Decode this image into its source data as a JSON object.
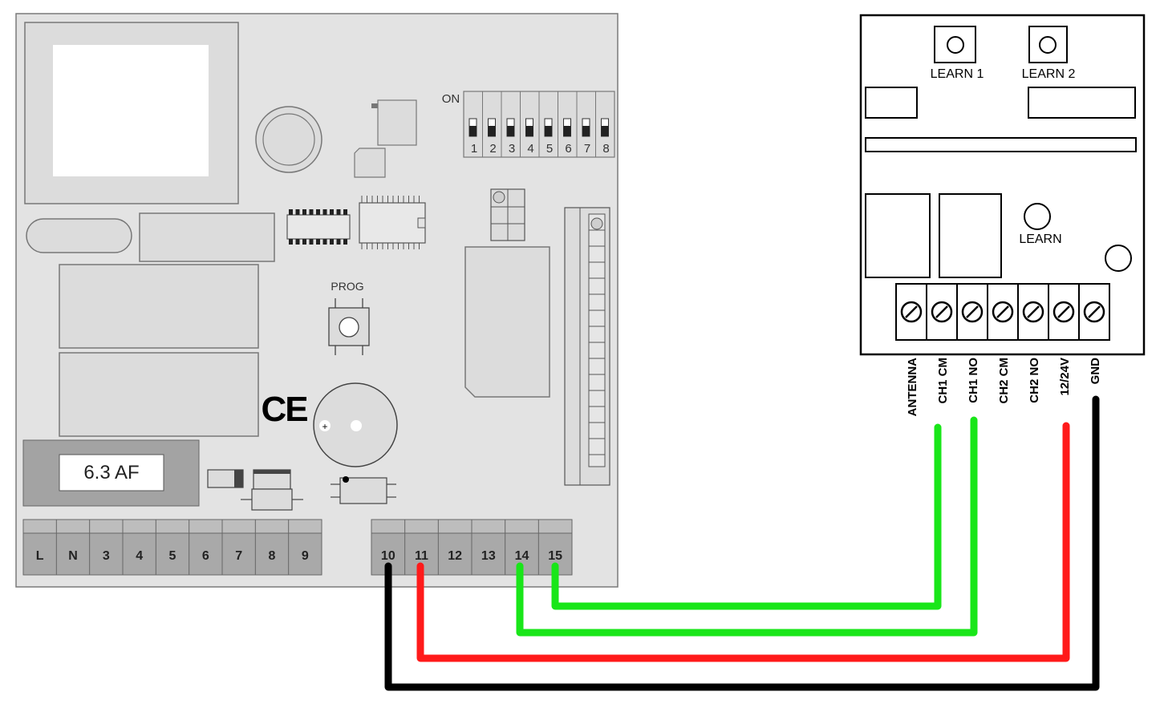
{
  "control_board": {
    "fuse_label": "6.3 AF",
    "prog_label": "PROG",
    "ce_mark": "CE",
    "dip_switch": {
      "on_label": "ON",
      "numbers": [
        "1",
        "2",
        "3",
        "4",
        "5",
        "6",
        "7",
        "8"
      ]
    },
    "terminals_left": [
      "L",
      "N",
      "3",
      "4",
      "5",
      "6",
      "7",
      "8",
      "9"
    ],
    "terminals_right": [
      "10",
      "11",
      "12",
      "13",
      "14",
      "15"
    ]
  },
  "receiver": {
    "learn1_label": "LEARN 1",
    "learn2_label": "LEARN 2",
    "learn_label": "LEARN",
    "terminal_labels": [
      "ANTENNA",
      "CH1 CM",
      "CH1 NO",
      "CH2 CM",
      "CH2 NO",
      "12/24V",
      "GND"
    ]
  },
  "wires": [
    {
      "from": "15",
      "to": "CH1 CM",
      "color": "#19e619"
    },
    {
      "from": "14",
      "to": "CH1 NO",
      "color": "#19e619"
    },
    {
      "from": "11",
      "to": "12/24V",
      "color": "#ff1a1a"
    },
    {
      "from": "10",
      "to": "GND",
      "color": "#000000"
    }
  ]
}
